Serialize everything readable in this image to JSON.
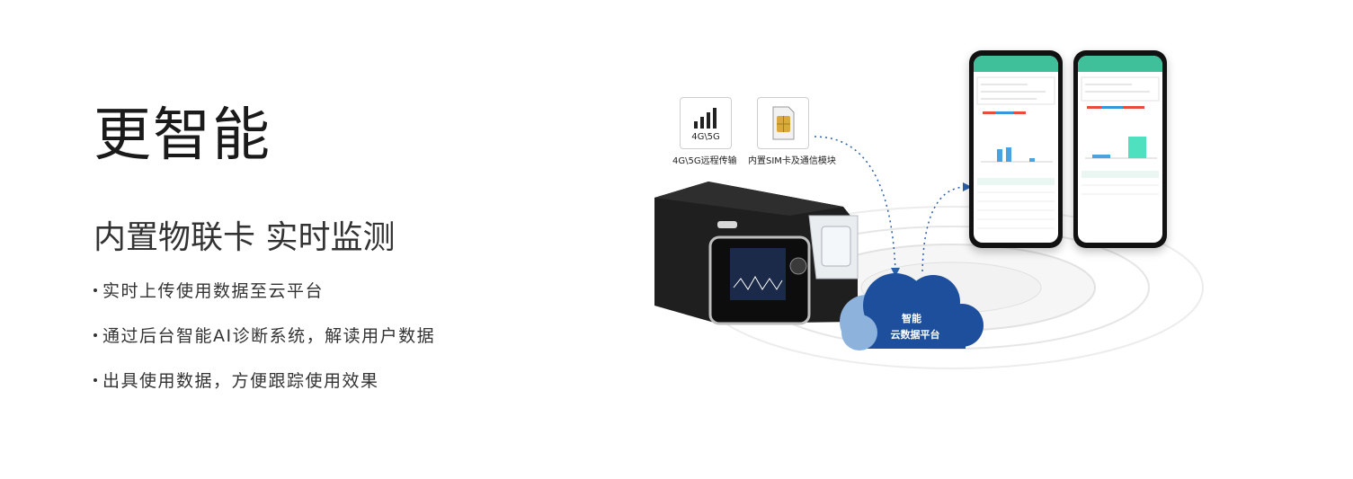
{
  "heading": {
    "title": "更智能",
    "subtitle": "内置物联卡 实时监测"
  },
  "bullets": [
    "实时上传使用数据至云平台",
    "通过后台智能AI诊断系统，解读用户数据",
    "出具使用数据，方便跟踪使用效果"
  ],
  "illustration": {
    "badges": [
      {
        "icon": "signal-bars-icon",
        "text": "4G\\5G",
        "label": "4G\\5G远程传输"
      },
      {
        "icon": "sim-card-icon",
        "label": "内置SIM卡及通信模块"
      }
    ],
    "cloud": {
      "line1": "智能",
      "line2": "云数据平台"
    },
    "colors": {
      "cloud_dark": "#1d4f9c",
      "cloud_light": "#8db3dc",
      "app_green": "#3fbf9a",
      "arrow": "#2b5fa8"
    }
  }
}
